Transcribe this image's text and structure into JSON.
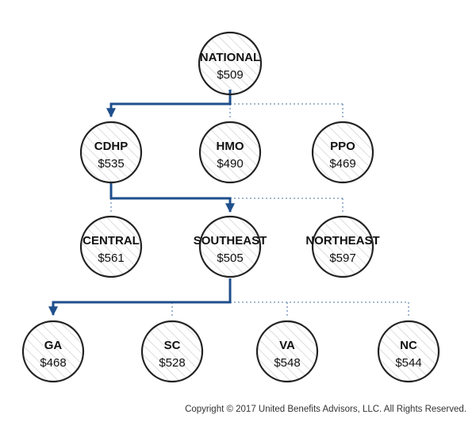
{
  "colors": {
    "path": "#1f4f8c",
    "dotted": "#6e8fb5",
    "circle_stroke": "#222222",
    "hatch": "#cfcfcf"
  },
  "nodes": {
    "national": {
      "name": "NATIONAL",
      "value": "$509"
    },
    "cdhp": {
      "name": "CDHP",
      "value": "$535"
    },
    "hmo": {
      "name": "HMO",
      "value": "$490"
    },
    "ppo": {
      "name": "PPO",
      "value": "$469"
    },
    "central": {
      "name": "CENTRAL",
      "value": "$561"
    },
    "southeast": {
      "name": "SOUTHEAST",
      "value": "$505"
    },
    "northeast": {
      "name": "NORTHEAST",
      "value": "$597"
    },
    "ga": {
      "name": "GA",
      "value": "$468"
    },
    "sc": {
      "name": "SC",
      "value": "$528"
    },
    "va": {
      "name": "VA",
      "value": "$548"
    },
    "nc": {
      "name": "NC",
      "value": "$544"
    }
  },
  "footer": {
    "copyright": "Copyright © 2017 United Benefits Advisors, LLC. All Rights Reserved."
  }
}
